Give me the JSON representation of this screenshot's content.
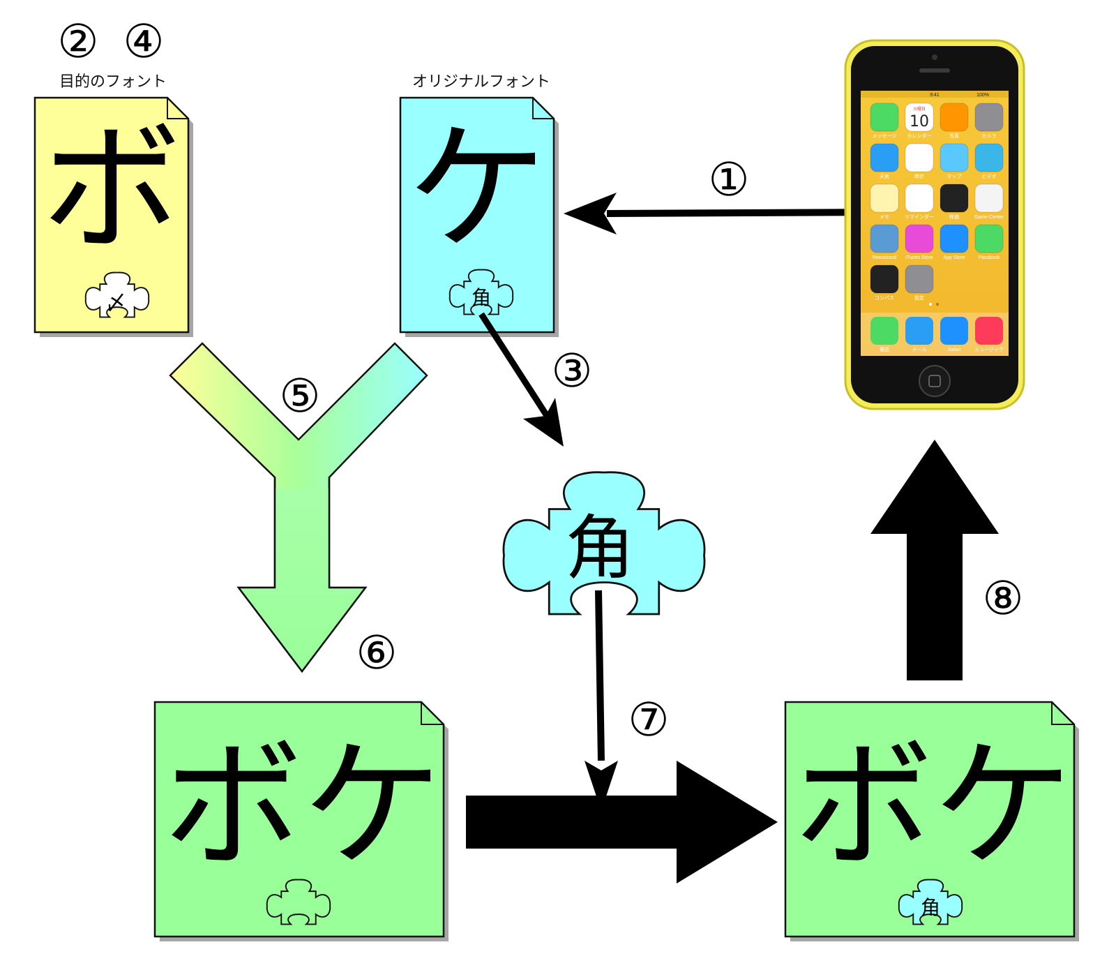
{
  "labels": {
    "target_font": "目的のフォント",
    "original_font": "オリジナルフォント"
  },
  "steps": {
    "s1": "①",
    "s2": "②",
    "s3": "③",
    "s4": "④",
    "s5": "⑤",
    "s6": "⑥",
    "s7": "⑦",
    "s8": "⑧"
  },
  "docs": {
    "target_glyph": "ボ",
    "target_piece": "〆",
    "original_glyph": "ケ",
    "original_piece": "角",
    "merged_glyph": "ボケ",
    "final_glyph": "ボケ",
    "final_piece": "角"
  },
  "puzzle_large": "角",
  "phone": {
    "time": "9:41",
    "battery": "100%",
    "calendar_day": "火曜日",
    "calendar_date": "10",
    "apps": [
      "メッセージ",
      "カレンダー",
      "写真",
      "カメラ",
      "天気",
      "時計",
      "マップ",
      "ビデオ",
      "メモ",
      "リマインダー",
      "株価",
      "Game Center",
      "Newsstand",
      "iTunes Store",
      "App Store",
      "Passbook",
      "コンパス",
      "設定"
    ],
    "dock": [
      "電話",
      "メール",
      "Safari",
      "ミュージック"
    ]
  },
  "colors": {
    "yellow": "#ffff99",
    "cyan": "#99ffff",
    "green": "#99ff99",
    "phone_body": "#f5ec5a"
  }
}
